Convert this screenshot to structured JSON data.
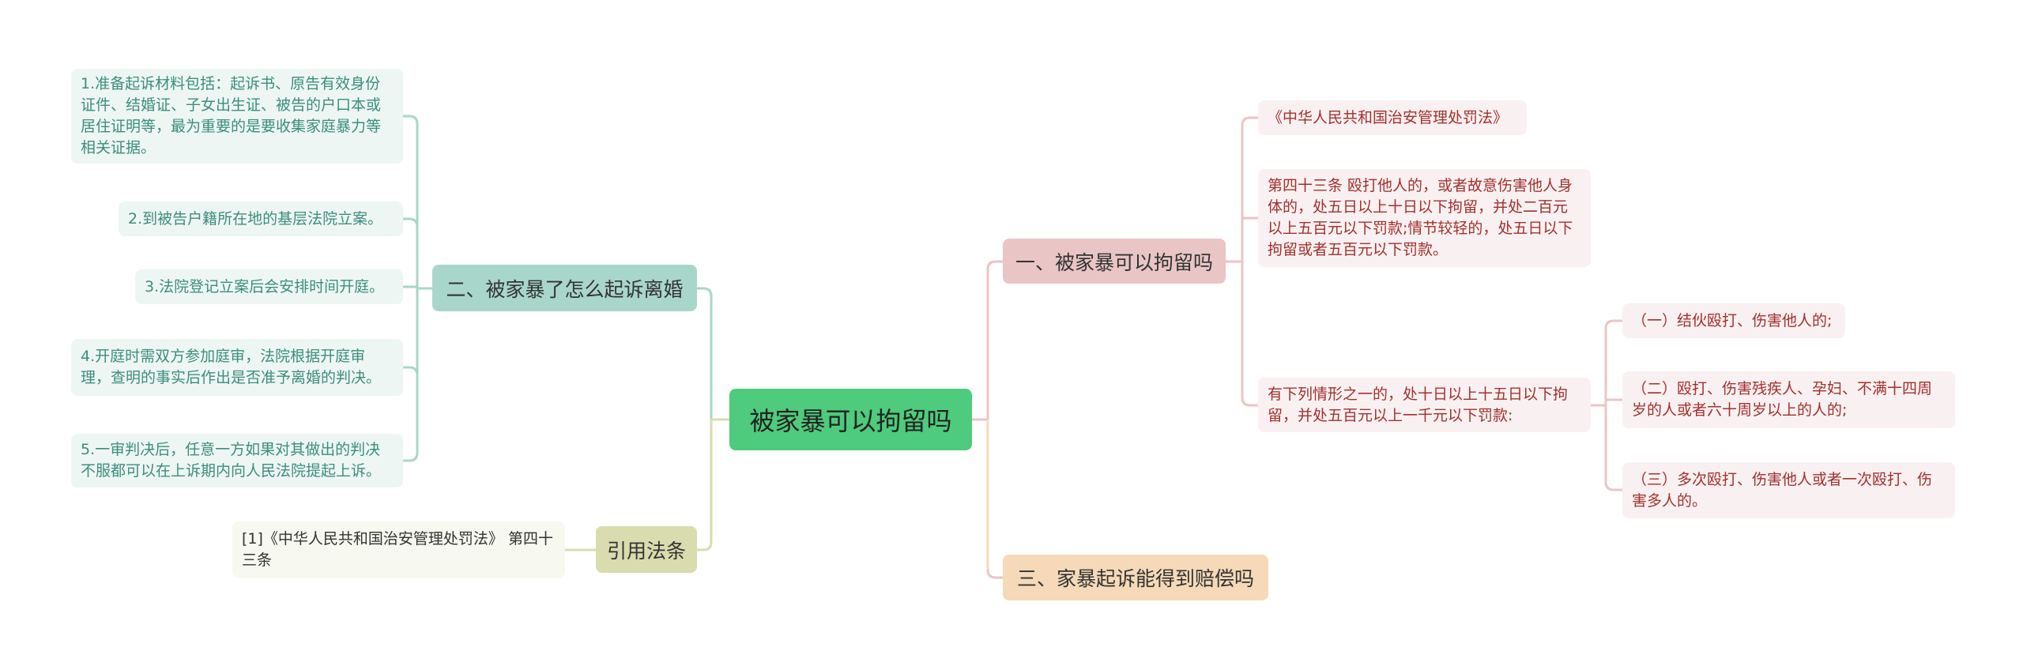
{
  "center": {
    "label": "被家暴可以拘留吗"
  },
  "left": {
    "branch_sue": {
      "label": "二、被家暴了怎么起诉离婚",
      "items": [
        "1.准备起诉材料包括：起诉书、原告有效身份证件、结婚证、子女出生证、被告的户口本或居住证明等，最为重要的是要收集家庭暴力等相关证据。",
        "2.到被告户籍所在地的基层法院立案。",
        "3.法院登记立案后会安排时间开庭。",
        "4.开庭时需双方参加庭审，法院根据开庭审理，查明的事实后作出是否准予离婚的判决。",
        "5.一审判决后，任意一方如果对其做出的判决不服都可以在上诉期内向人民法院提起上诉。"
      ]
    },
    "branch_cite": {
      "label": "引用法条",
      "items": [
        "[1]《中华人民共和国治安管理处罚法》 第四十三条"
      ]
    }
  },
  "right": {
    "branch_detain": {
      "label": "一、被家暴可以拘留吗",
      "items": [
        "《中华人民共和国治安管理处罚法》",
        "第四十三条 殴打他人的，或者故意伤害他人身体的，处五日以上十日以下拘留，并处二百元以上五百元以下罚款;情节较轻的，处五日以下拘留或者五百元以下罚款。",
        "有下列情形之一的，处十日以上十五日以下拘留，并处五百元以上一千元以下罚款:"
      ],
      "sub_items": [
        "（一）结伙殴打、伤害他人的;",
        "（二）殴打、伤害残疾人、孕妇、不满十四周岁的人或者六十周岁以上的人的;",
        "（三）多次殴打、伤害他人或者一次殴打、伤害多人的。"
      ]
    },
    "branch_comp": {
      "label": "三、家暴起诉能得到赔偿吗"
    }
  },
  "colors": {
    "center": "#4ecb7c",
    "sue": "#a9d6ca",
    "cite": "#d9dcae",
    "detain": "#e9c5c5",
    "comp": "#f5d9b8"
  }
}
